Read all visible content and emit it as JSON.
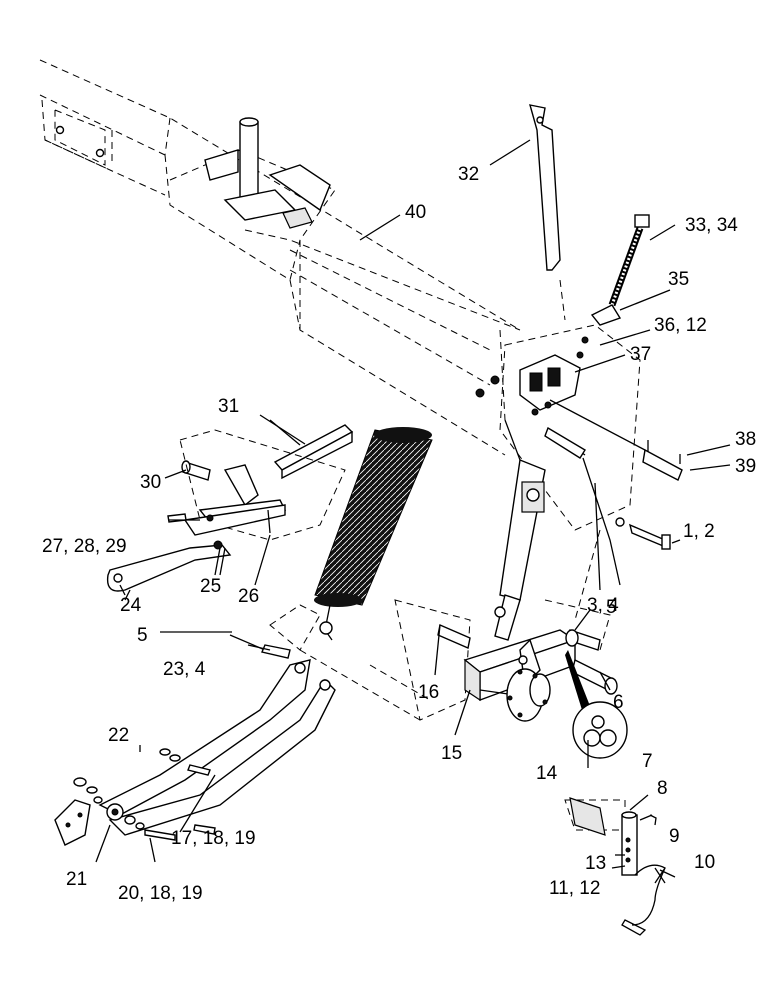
{
  "labels": {
    "l1_2": "1, 2",
    "l3_4": "3, 4",
    "l5a": "5",
    "l5b": "5",
    "l6": "6",
    "l7": "7",
    "l8": "8",
    "l9": "9",
    "l10": "10",
    "l11_12": "11, 12",
    "l13": "13",
    "l14": "14",
    "l15": "15",
    "l16": "16",
    "l17_18_19": "17, 18, 19",
    "l20_18_19": "20, 18, 19",
    "l21": "21",
    "l22": "22",
    "l23_4": "23, 4",
    "l24": "24",
    "l25": "25",
    "l26": "26",
    "l27_28_29": "27, 28, 29",
    "l30": "30",
    "l31": "31",
    "l32": "32",
    "l33_34": "33, 34",
    "l35": "35",
    "l36_12": "36, 12",
    "l37": "37",
    "l38": "38",
    "l39": "39",
    "l40": "40"
  }
}
